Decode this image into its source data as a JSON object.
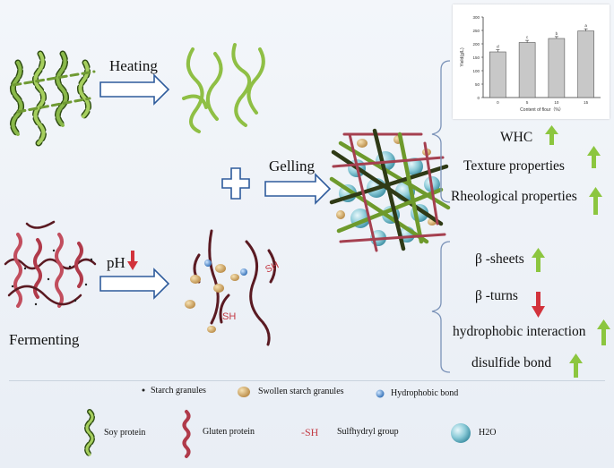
{
  "process": {
    "heating": "Heating",
    "gelling": "Gelling",
    "ph": "pH",
    "fermenting": "Fermenting"
  },
  "labels": {
    "sh_top": "SH",
    "sh_bottom": "SH"
  },
  "effects_upper": [
    {
      "text": "WHC",
      "trend": "up"
    },
    {
      "text": "Texture properties",
      "trend": "up"
    },
    {
      "text": "Rheological properties",
      "trend": "up"
    }
  ],
  "effects_lower": [
    {
      "text": "β -sheets",
      "trend": "up"
    },
    {
      "text": "β -turns",
      "trend": "down"
    },
    {
      "text": "hydrophobic interaction",
      "trend": "up"
    },
    {
      "text": "disulfide bond",
      "trend": "up"
    }
  ],
  "legend": {
    "starch": "Starch granules",
    "swollen": "Swollen starch granules",
    "hydrophobic": "Hydrophobic bond",
    "soy": "Soy protein",
    "gluten": "Gluten protein",
    "sh_symbol": "-SH",
    "sulfhydryl": "Sulfhydryl group",
    "water": "H2O"
  },
  "colors": {
    "up_arrow": "#8cc63f",
    "down_arrow": "#d2333c",
    "soy": "#4f7d22",
    "gluten": "#b03a4a",
    "protein_dark": "#5a1a22",
    "water": "#9fd3dd"
  },
  "chart_data": {
    "type": "bar",
    "categories": [
      "0",
      "5",
      "10",
      "15"
    ],
    "values": [
      170,
      205,
      220,
      248
    ],
    "sig_labels": [
      "d",
      "c",
      "b",
      "a"
    ],
    "xlabel": "Content of flour（%）",
    "ylabel": "Yield(g/L)",
    "ylim": [
      0,
      300
    ],
    "yticks": [
      0,
      50,
      100,
      150,
      200,
      250,
      300
    ],
    "error": [
      8,
      8,
      7,
      8
    ],
    "grid": false
  }
}
